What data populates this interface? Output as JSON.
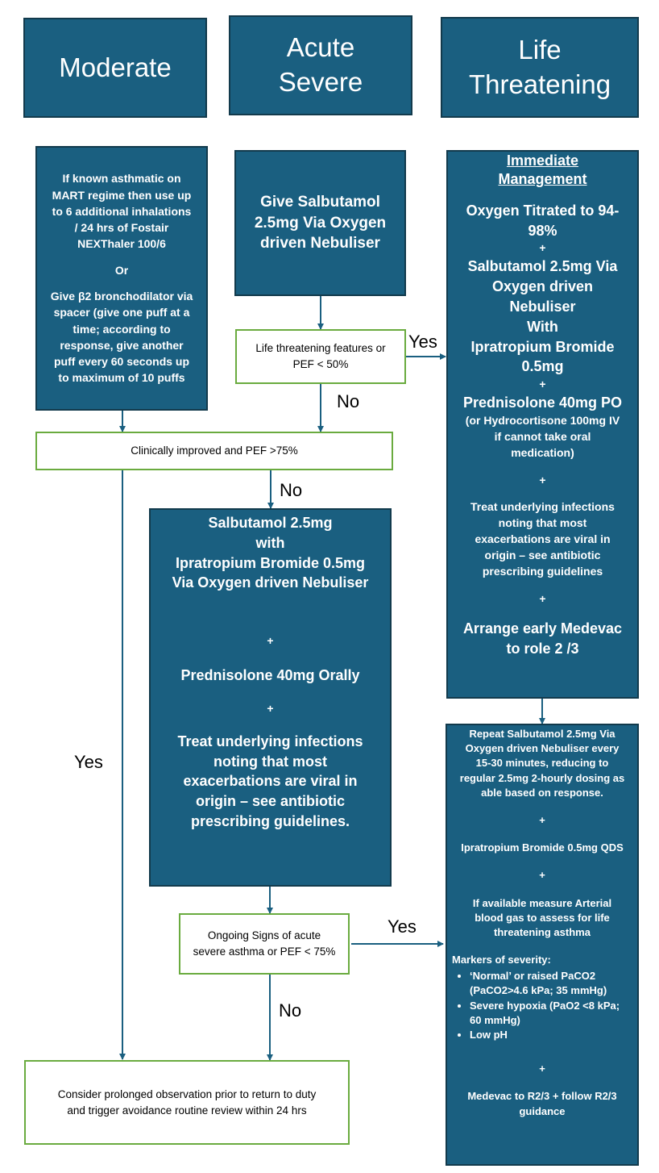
{
  "headers": {
    "moderate": "Moderate",
    "acute_severe_1": "Acute",
    "acute_severe_2": "Severe",
    "life_threatening_1": "Life",
    "life_threatening_2": "Threatening"
  },
  "moderate_box": {
    "line1": "If known asthmatic on",
    "line2": "MART regime then use up",
    "line3": "to 6 additional inhalations",
    "line4": "/ 24 hrs of Fostair",
    "line5": "NEXThaler 100/6",
    "or": "Or",
    "line6": "Give β2 bronchodilator via",
    "line7": "spacer (give one puff at a",
    "line8": "time; according to",
    "line9": "response, give another",
    "line10": "puff every 60 seconds up",
    "line11": "to maximum of 10 puffs"
  },
  "acute_box": {
    "line1": "Give Salbutamol",
    "line2": "2.5mg Via Oxygen",
    "line3": "driven Nebuliser"
  },
  "decisions": {
    "life_threat_1": "Life threatening features or",
    "life_threat_2": "PEF < 50%",
    "improved": "Clinically improved and PEF >75%",
    "ongoing_1": "Ongoing Signs of acute",
    "ongoing_2": "severe asthma or PEF < 75%",
    "consider_1": "Consider prolonged observation prior to return to duty",
    "consider_2": "and trigger avoidance routine review within 24 hrs"
  },
  "labels": {
    "yes_life": "Yes",
    "no_life": "No",
    "no_improved": "No",
    "yes_improved": "Yes",
    "yes_ongoing": "Yes",
    "no_ongoing": "No"
  },
  "treatment_box": {
    "line1": "Salbutamol 2.5mg",
    "line2": "with",
    "line3": "Ipratropium Bromide 0.5mg",
    "line4": "Via Oxygen driven Nebuliser",
    "plus1": "+",
    "line5": "Prednisolone 40mg Orally",
    "plus2": "+",
    "line6": "Treat underlying infections",
    "line7": "noting that most",
    "line8": "exacerbations are viral in",
    "line9": "origin – see antibiotic",
    "line10": "prescribing guidelines."
  },
  "immediate_box": {
    "title1": "Immediate",
    "title2": "Management",
    "oxy1": "Oxygen Titrated to 94-",
    "oxy2": "98%",
    "plus1": "+",
    "sal1": "Salbutamol 2.5mg Via",
    "sal2": "Oxygen driven",
    "sal3": "Nebuliser",
    "sal4": "With",
    "sal5": "Ipratropium Bromide",
    "sal6": "0.5mg",
    "plus2": "+",
    "pred": "Prednisolone 40mg PO",
    "hyd1": "(or Hydrocortisone 100mg IV",
    "hyd2": "if cannot take oral",
    "hyd3": "medication)",
    "plus3": "+",
    "inf1": "Treat underlying infections",
    "inf2": "noting that most",
    "inf3": "exacerbations are viral in",
    "inf4": "origin – see antibiotic",
    "inf5": "prescribing guidelines",
    "plus4": "+",
    "med1": "Arrange early Medevac",
    "med2": "to role 2 /3"
  },
  "repeat_box": {
    "rep1": "Repeat Salbutamol 2.5mg Via",
    "rep2": "Oxygen driven Nebuliser every",
    "rep3": "15-30 minutes, reducing to",
    "rep4": "regular 2.5mg 2-hourly dosing as",
    "rep5": "able based on response.",
    "plus1": "+",
    "ipra": "Ipratropium Bromide 0.5mg QDS",
    "plus2": "+",
    "abg1": "If available measure Arterial",
    "abg2": "blood gas to assess for life",
    "abg3": "threatening asthma",
    "markers_title": "Markers of severity:",
    "markers": [
      "‘Normal’ or raised PaCO2 (PaCO2>4.6 kPa; 35 mmHg)",
      "Severe hypoxia (PaO2 <8 kPa; 60 mmHg)",
      "Low pH"
    ],
    "plus3": "+",
    "mede1": "Medevac  to R2/3 + follow R2/3",
    "mede2": "guidance"
  },
  "colors": {
    "box_fill": "#1a5f80",
    "decision_border": "#6aab3f",
    "arrow": "#1a5f80"
  }
}
